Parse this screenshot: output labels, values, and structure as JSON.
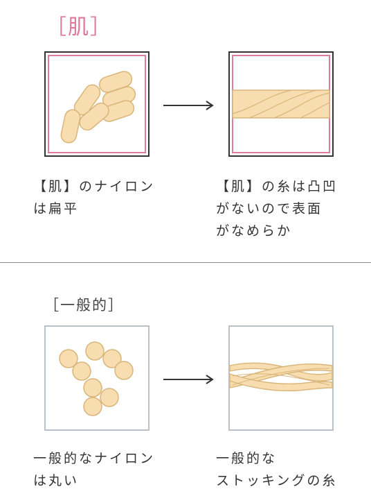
{
  "colors": {
    "skin_accent": "#e07a9a",
    "fiber_fill": "#f7ddb0",
    "fiber_stroke": "#d9b579",
    "frame_dark": "#333333",
    "frame_gray": "#b9c0c8",
    "arrow": "#333333"
  },
  "skin_section": {
    "heading": "［肌］",
    "left_caption": "【肌】のナイロン\nは扁平",
    "right_caption": "【肌】の糸は凸凹\nがないので表面\nがなめらか"
  },
  "general_section": {
    "heading": "［一般的］",
    "left_caption": "一般的なナイロン\nは丸い",
    "right_caption": "一般的な\nストッキングの糸"
  },
  "icons": {
    "arrow": "right-arrow-icon"
  }
}
